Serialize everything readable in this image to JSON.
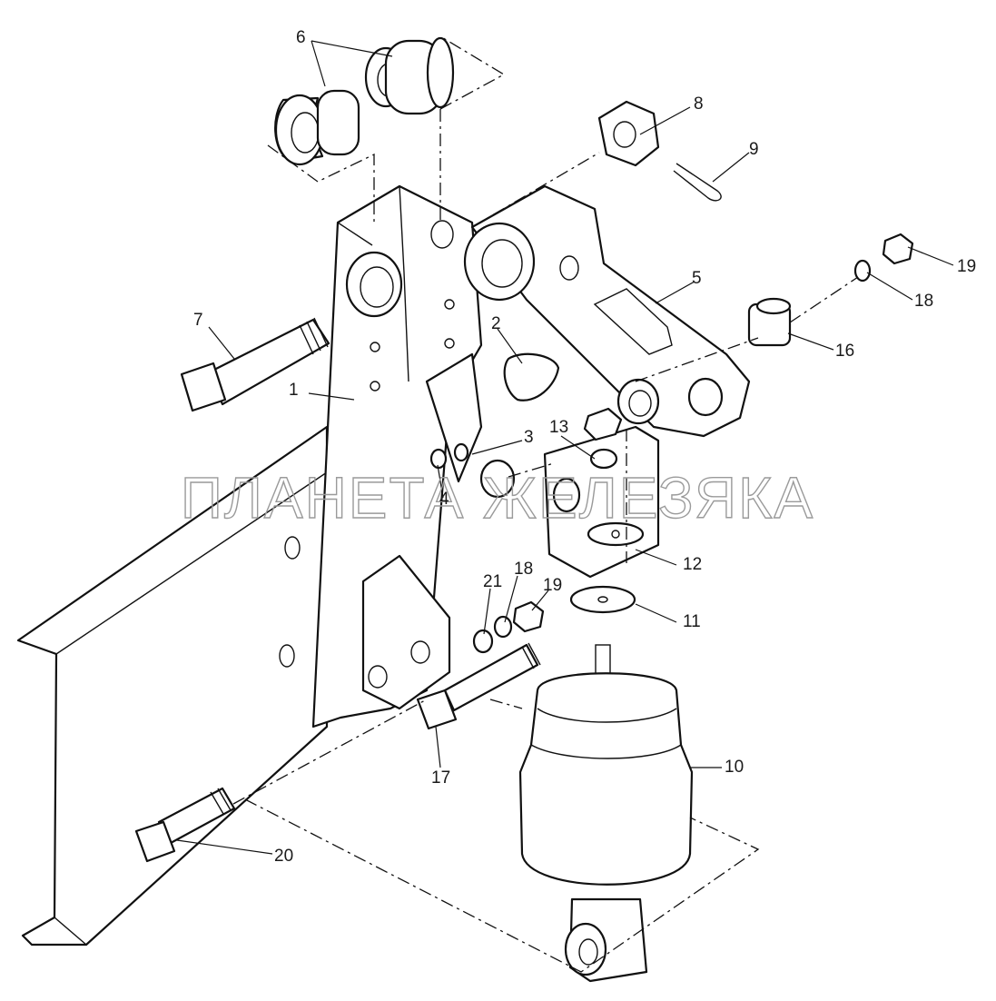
{
  "watermark": "ПЛАНЕТА ЖЕЛЕЗЯКА",
  "callouts": {
    "c1": "1",
    "c2": "2",
    "c3": "3",
    "c4": "4",
    "c5": "5",
    "c6": "6",
    "c7": "7",
    "c8": "8",
    "c9": "9",
    "c10": "10",
    "c11": "11",
    "c12": "12",
    "c13": "13",
    "c16": "16",
    "c17": "17",
    "c18a": "18",
    "c18b": "18",
    "c19a": "19",
    "c19b": "19",
    "c20": "20",
    "c21": "21"
  }
}
